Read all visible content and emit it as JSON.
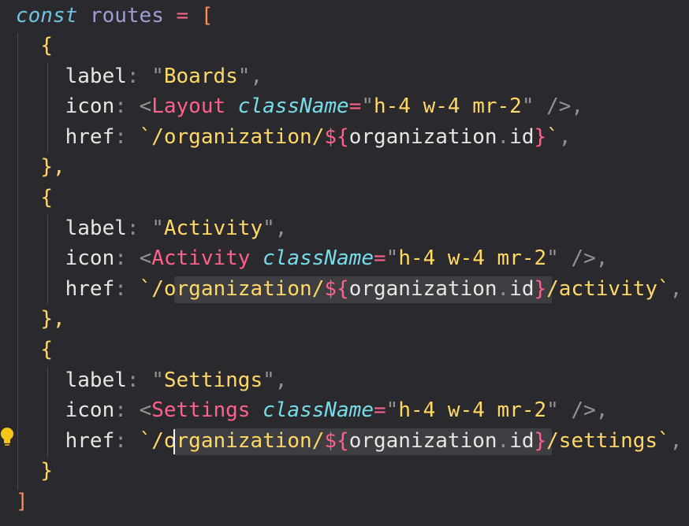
{
  "code": {
    "const_kw": "const",
    "var_name": "routes",
    "equals": "=",
    "open_array": "[",
    "close_array": "]",
    "open_obj": "{",
    "close_obj": "},",
    "close_obj_last": "}",
    "routes": [
      {
        "label_key": "label",
        "label_value": "Boards",
        "icon_key": "icon",
        "icon_component": "Layout",
        "attr_name": "className",
        "attr_value": "h-4 w-4 mr-2",
        "href_key": "href",
        "href_prefix": "/organization/",
        "href_ident": "organization",
        "href_prop": "id",
        "href_suffix": ""
      },
      {
        "label_key": "label",
        "label_value": "Activity",
        "icon_key": "icon",
        "icon_component": "Activity",
        "attr_name": "className",
        "attr_value": "h-4 w-4 mr-2",
        "href_key": "href",
        "href_prefix": "/organization/",
        "href_ident": "organization",
        "href_prop": "id",
        "href_suffix": "/activity"
      },
      {
        "label_key": "label",
        "label_value": "Settings",
        "icon_key": "icon",
        "icon_component": "Settings",
        "attr_name": "className",
        "attr_value": "h-4 w-4 mr-2",
        "href_key": "href",
        "href_prefix": "/organization/",
        "href_ident": "organization",
        "href_prop": "id",
        "href_suffix": "/settings"
      }
    ]
  },
  "icons": {
    "lightbulb": "lightbulb-icon"
  },
  "colors": {
    "background": "#2a2a2e",
    "keyword": "#6fc3df",
    "tag": "#ff6188",
    "string": "#ffd866",
    "attribute": "#78dce8"
  }
}
